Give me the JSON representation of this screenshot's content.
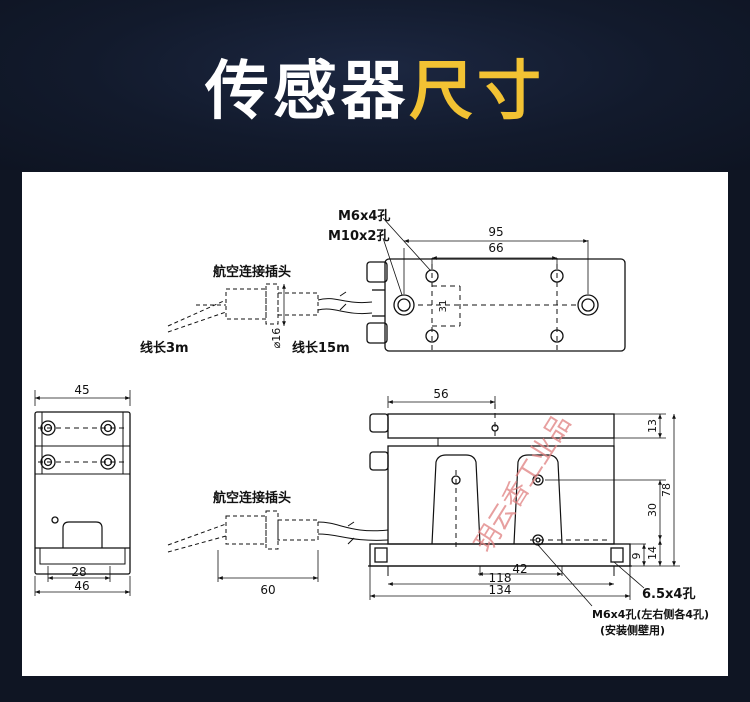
{
  "header": {
    "title_main": "传感器",
    "title_accent": "尺寸"
  },
  "diagram": {
    "top_view": {
      "hole_label_1": "M6x4孔",
      "hole_label_2": "M10x2孔",
      "dim_95": "95",
      "dim_66": "66",
      "dim_31": "31",
      "connector_label": "航空连接插头",
      "cable_short": "线长3m",
      "cable_long": "线长15m",
      "diameter": "⌀16"
    },
    "side_view": {
      "dim_45": "45",
      "dim_28": "28",
      "dim_46": "46"
    },
    "front_view": {
      "dim_56": "56",
      "dim_13": "13",
      "dim_78": "78",
      "dim_30": "30",
      "dim_14": "14",
      "dim_9": "9",
      "dim_42": "42",
      "dim_118": "118",
      "dim_134": "134",
      "dim_60": "60",
      "connector_label": "航空连接插头",
      "hole_label_1": "6.5x4孔",
      "hole_label_2": "M6x4孔(左右侧各4孔)",
      "hole_label_3": "(安装侧壁用)"
    },
    "watermark": "玥云香工业品"
  }
}
